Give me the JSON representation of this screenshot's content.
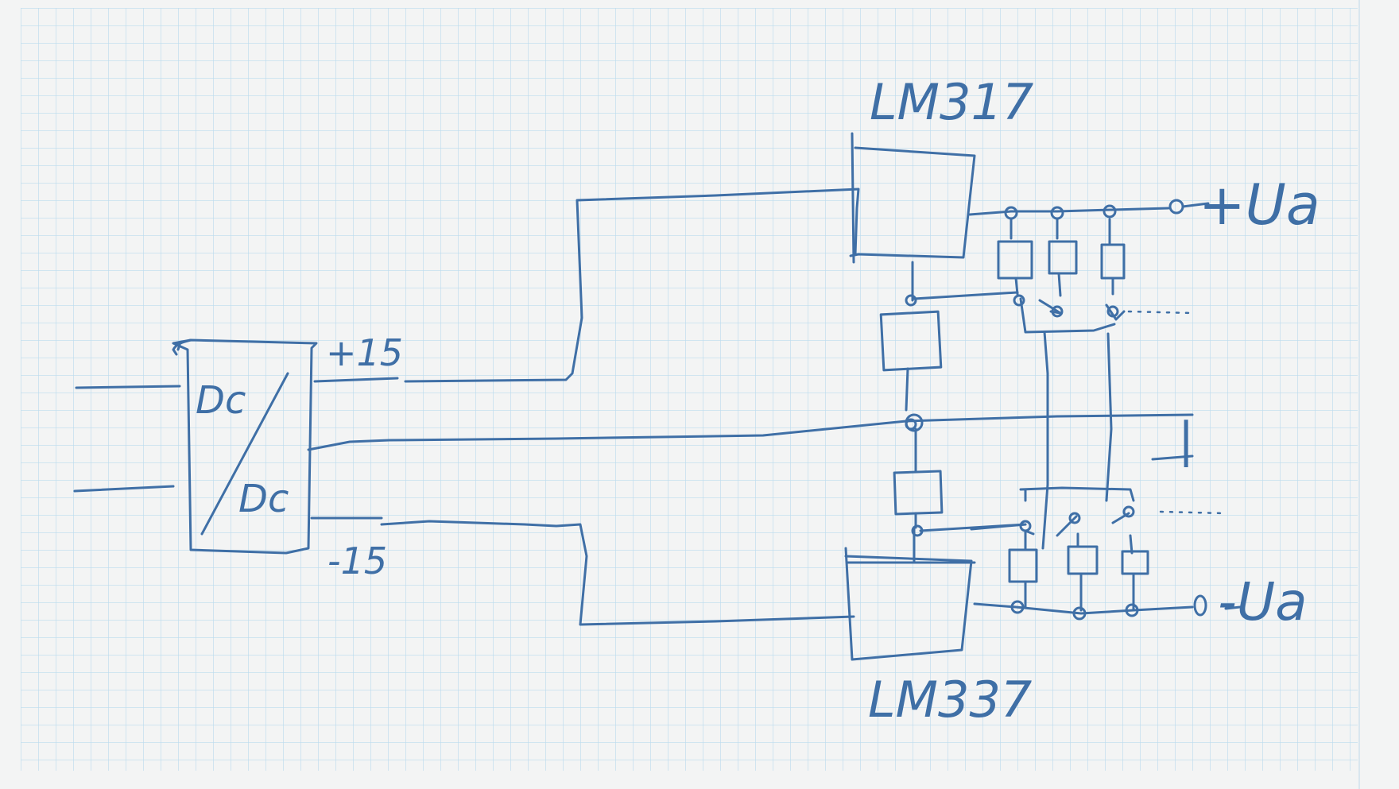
{
  "colors": {
    "paper": "#f3f4f4",
    "grid": "#bcdcee",
    "ink": "#3f6fa6"
  },
  "labels": {
    "converter_top": "Dc",
    "converter_bottom": "Dc",
    "plus_supply": "+15",
    "minus_supply": "-15",
    "regulator_top": "LM317",
    "regulator_bottom": "LM337",
    "out_plus": "+Ua",
    "out_minus": "-Ua",
    "ground_mark": "|"
  }
}
